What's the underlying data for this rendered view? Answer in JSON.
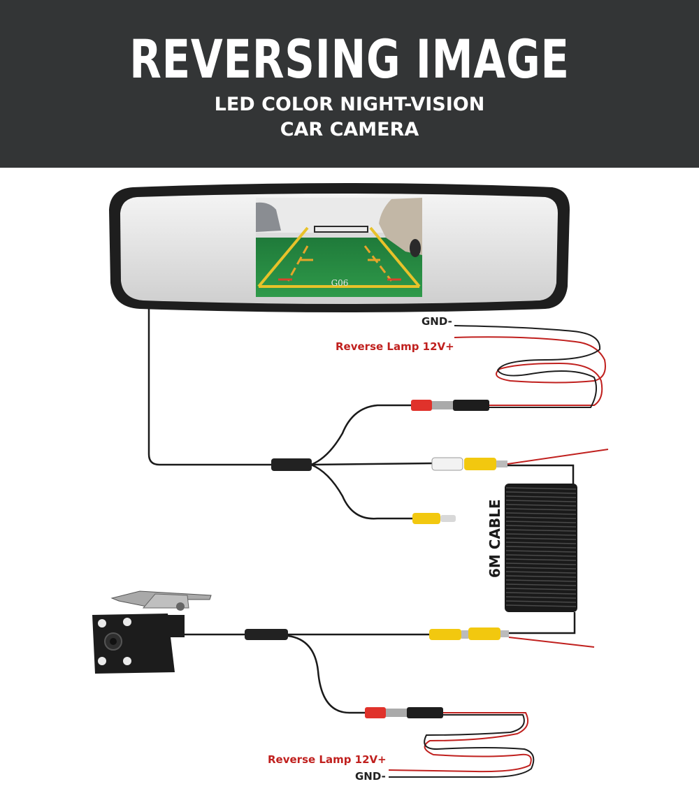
{
  "header": {
    "title": "REVERSING IMAGE",
    "subtitle_line1": "LED COLOR NIGHT-VISION",
    "subtitle_line2": "CAR CAMERA"
  },
  "screen": {
    "spot_label": "G06"
  },
  "labels": {
    "top_gnd": "GND-",
    "top_reverse": "Reverse Lamp 12V+",
    "cable": "6M CABLE",
    "bottom_reverse": "Reverse Lamp 12V+",
    "bottom_gnd": "GND-"
  },
  "colors": {
    "banner": "#333536",
    "wire_red": "#c0201e",
    "rca_yellow": "#f2c80f",
    "rca_red": "#e0322b"
  }
}
